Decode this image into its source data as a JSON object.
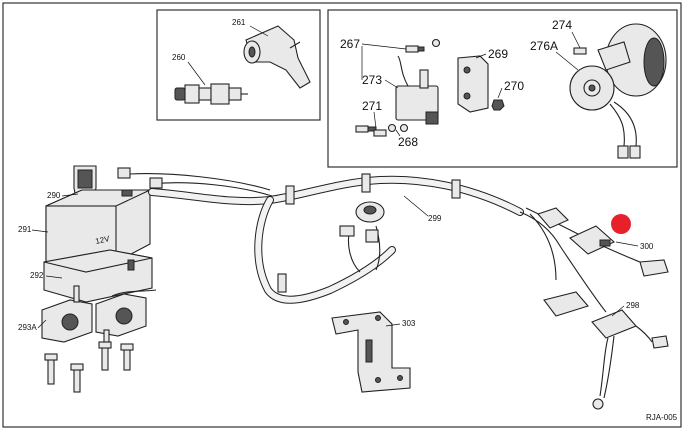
{
  "reference_code": "RJA-005",
  "marker_color": "#e8202a",
  "callouts": {
    "c260": "260",
    "c261": "261",
    "c267": "267",
    "c269": "269",
    "c270": "270",
    "c271": "271",
    "c273": "273",
    "c268": "268",
    "c274": "274",
    "c276a": "276A",
    "c290": "290",
    "c291": "291",
    "c292": "292",
    "c293a": "293A",
    "c299": "299",
    "c300": "300",
    "c303": "303",
    "c298": "298"
  },
  "battery_label": "12V"
}
